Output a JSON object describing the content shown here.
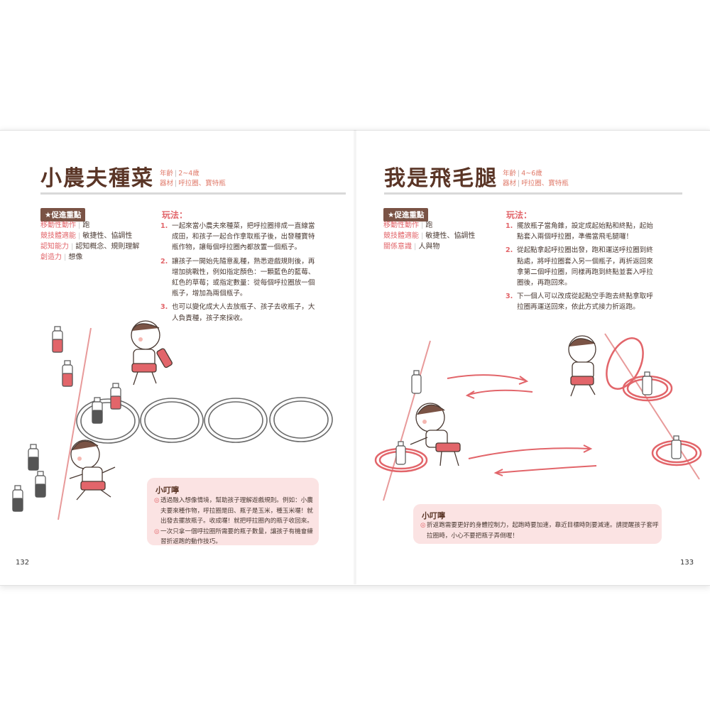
{
  "left": {
    "title": "小農夫種菜",
    "meta_age_label": "年齡",
    "meta_age_value": "2~4歲",
    "meta_equip_label": "器材",
    "meta_equip_value": "呼拉圈、寶特瓶",
    "promote_label": "★促進重點",
    "skills": [
      {
        "key": "移動性動作",
        "value": "跑"
      },
      {
        "key": "競技體適能",
        "value": "敏捷性、協調性"
      },
      {
        "key": "認知能力",
        "value": "認知概念、規則理解"
      },
      {
        "key": "創造力",
        "value": "想像"
      }
    ],
    "howto_title": "玩法：",
    "steps": [
      {
        "num": "1.",
        "lines": [
          "一起來當小農夫來種菜，把呼拉圈排成一直線當",
          "成田，和孩子一起合作拿取瓶子後，出發種寶特",
          "瓶作物，讓每個呼拉圈內都放置一個瓶子。"
        ]
      },
      {
        "num": "2.",
        "lines": [
          "讓孩子一開始先隨意亂種，熟悉遊戲規則後，再",
          "增加挑戰性，例如指定顏色：一顆藍色的藍莓、",
          "紅色的草莓；或指定數量：從每個呼拉圈放一個",
          "瓶子，增加為兩個瓶子。"
        ]
      },
      {
        "num": "3.",
        "lines": [
          "也可以變化成大人去放瓶子、孩子去收瓶子，大",
          "人負責種，孩子來採收。"
        ]
      }
    ],
    "tip_title": "小叮嚀",
    "tips": [
      {
        "lines": [
          "透過融入想像情境，幫助孩子理解遊戲規則。例如：小農",
          "夫要來種作物，呼拉圈是田、瓶子是玉米，種玉米囉！就",
          "出發去擺放瓶子。收成囉！就把呼拉圈內的瓶子收回來。"
        ]
      },
      {
        "lines": [
          "一次只拿一個呼拉圈所需要的瓶子數量，讓孩子有機會練",
          "習折返跑的動作技巧。"
        ]
      }
    ],
    "page_number": "132"
  },
  "right": {
    "title": "我是飛毛腿",
    "meta_age_label": "年齡",
    "meta_age_value": "4~6歲",
    "meta_equip_label": "器材",
    "meta_equip_value": "呼拉圈、寶特瓶",
    "promote_label": "★促進重點",
    "skills": [
      {
        "key": "移動性動作",
        "value": "跑"
      },
      {
        "key": "競技體適能",
        "value": "敏捷性、協調性"
      },
      {
        "key": "關係意識",
        "value": "人與物"
      }
    ],
    "howto_title": "玩法：",
    "steps": [
      {
        "num": "1.",
        "lines": [
          "擺放瓶子當角錐，設定成起始點和終點，起始",
          "點套入兩個呼拉圈，準備當飛毛腿囉！"
        ]
      },
      {
        "num": "2.",
        "lines": [
          "從起點拿起呼拉圈出發，跑和運送呼拉圈到終",
          "點處，將呼拉圈套入另一個瓶子，再折返回來",
          "拿第二個呼拉圈，同樣再跑到終點並套入呼拉",
          "圈後，再跑回來。"
        ]
      },
      {
        "num": "3.",
        "lines": [
          "下一個人可以改成從起點空手跑去終點拿取呼",
          "拉圈再運送回來，依此方式接力折返跑。"
        ]
      }
    ],
    "tip_title": "小叮嚀",
    "tips": [
      {
        "lines": [
          "折返跑需要更好的身體控制力，起跑時要加速，靠近目標時則要減速。請提醒孩子套呼",
          "拉圈時，小心不要把瓶子弄倒喔！"
        ]
      }
    ],
    "page_number": "133"
  },
  "colors": {
    "accent": "#e2656a",
    "title": "#5a3526",
    "badge": "#7a5345",
    "tip_bg": "#fbe3e3"
  }
}
